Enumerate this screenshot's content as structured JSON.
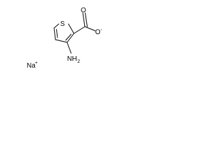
{
  "molecule": {
    "ring_heteroatom": "S",
    "carboxylate": {
      "oxygen": "O",
      "charge": "-"
    },
    "amine": {
      "symbol": "NH",
      "subscript": "2"
    },
    "counterion": {
      "symbol": "Na",
      "charge": "+"
    }
  }
}
